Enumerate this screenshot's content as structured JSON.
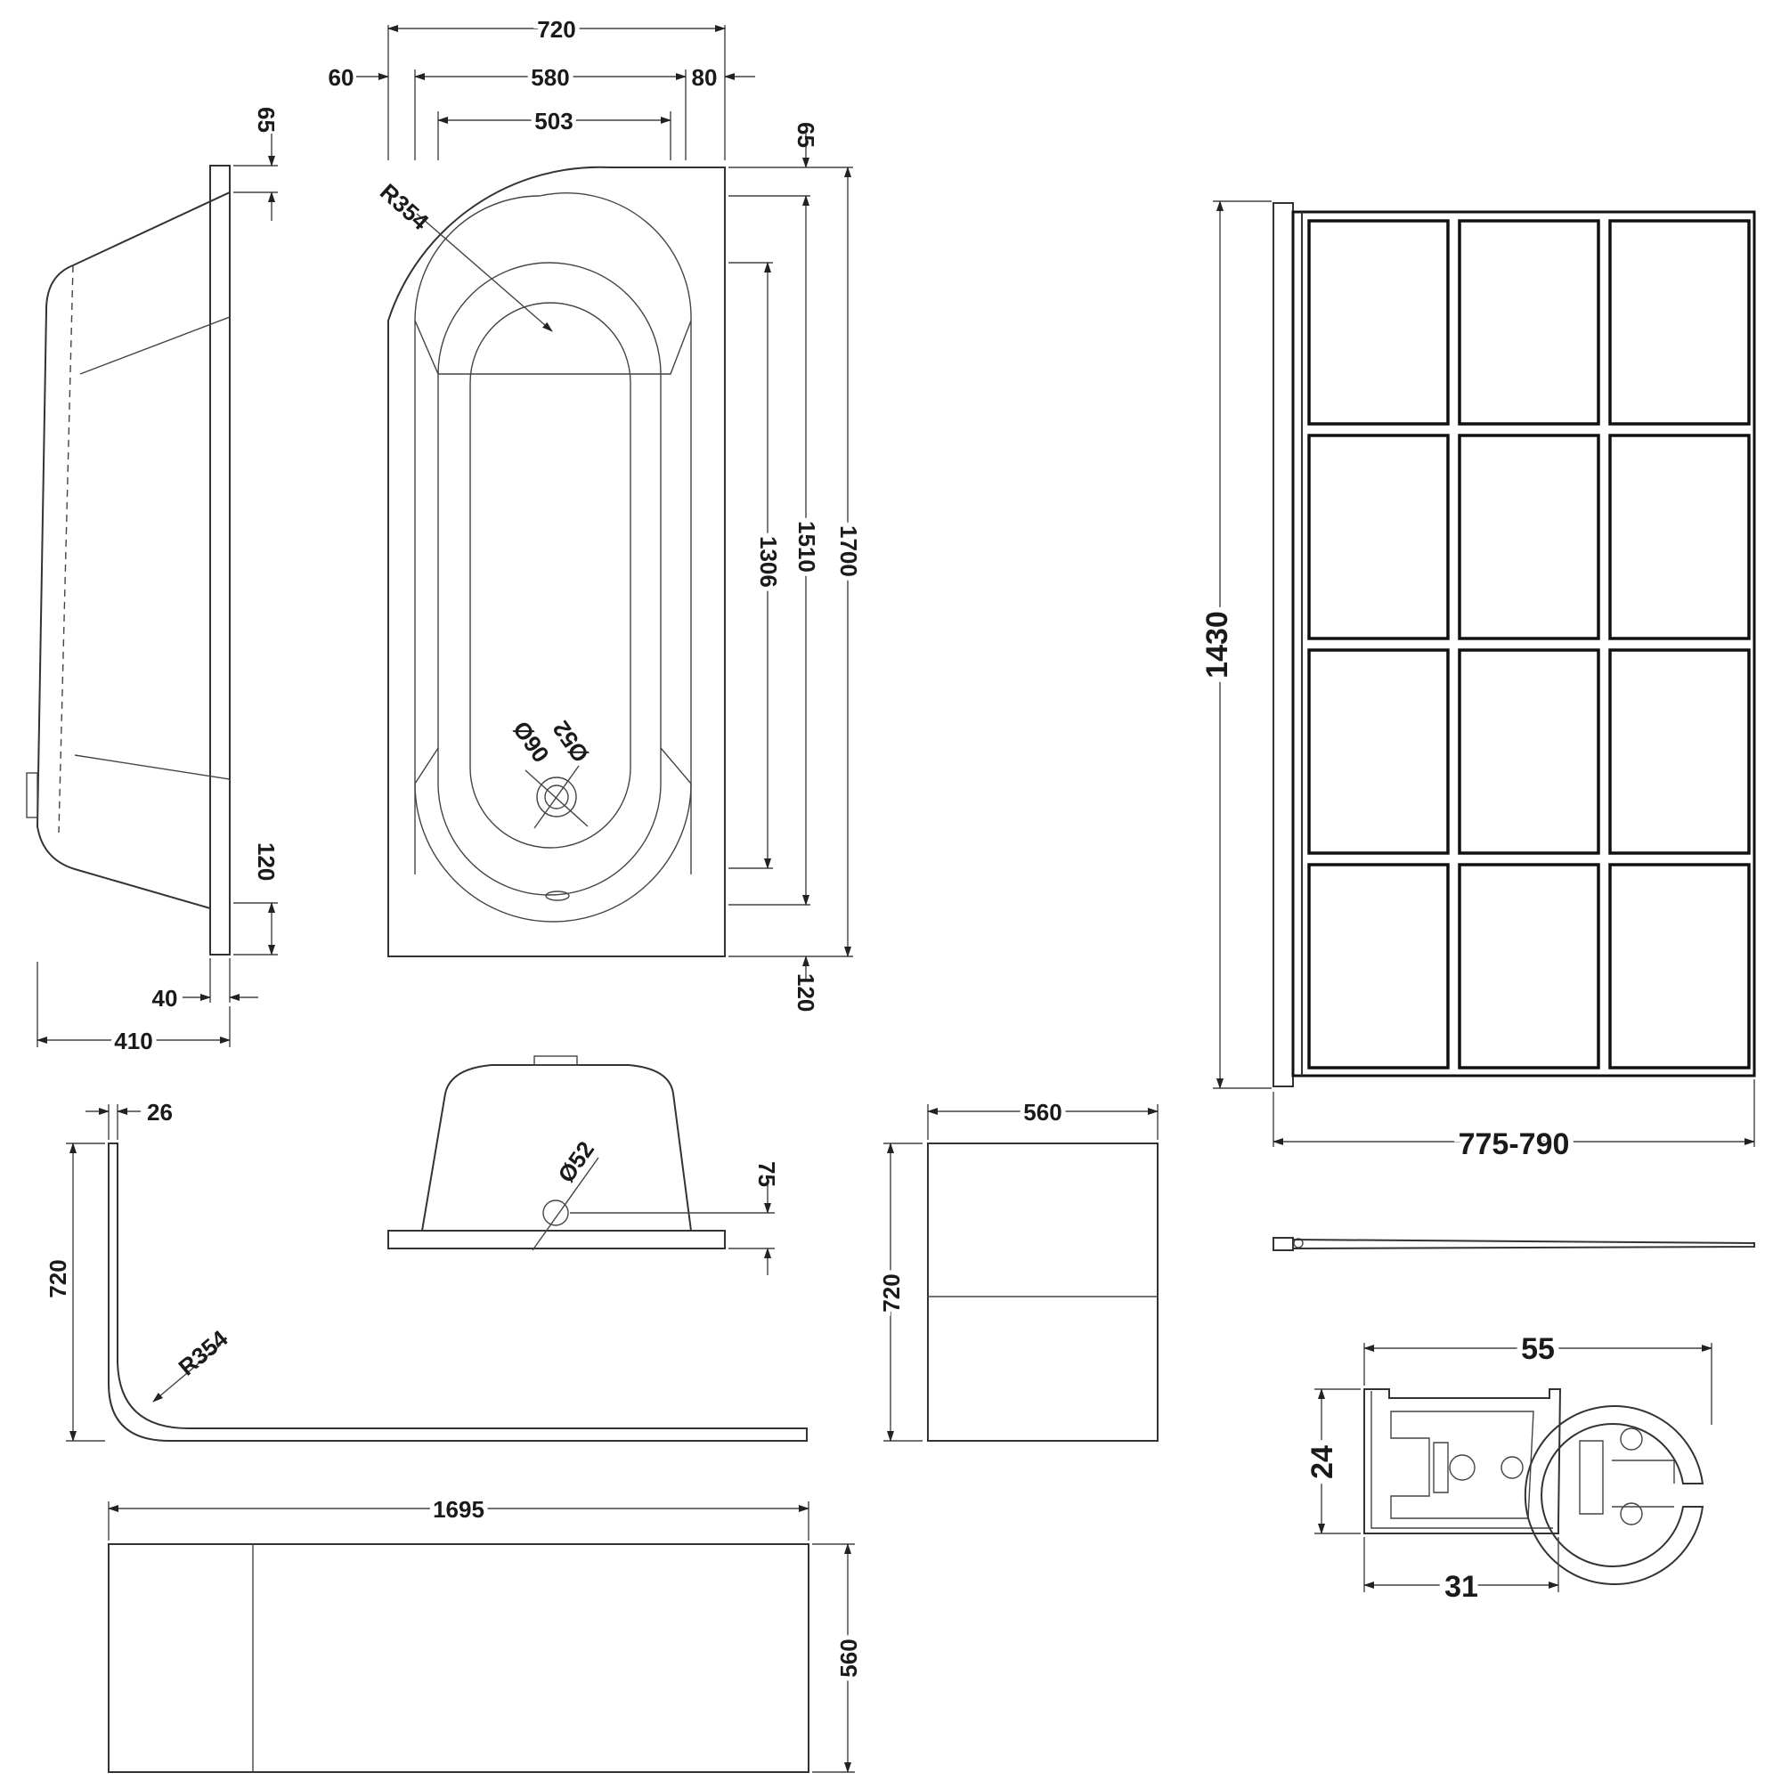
{
  "colors": {
    "line": "#333333",
    "text": "#1a1a1a",
    "background": "#ffffff"
  },
  "plan_view": {
    "width_overall": "720",
    "left_margin": "60",
    "inner_width": "580",
    "right_margin": "80",
    "bowl_width": "503",
    "top_rim": "65",
    "length_bowl": "1306",
    "length_inner": "1510",
    "length_overall": "1700",
    "end_rim": "120",
    "radius": "R354",
    "waste_outer": "Ø90",
    "waste_inner": "Ø52"
  },
  "side_view": {
    "top_rim": "65",
    "foot_height": "120",
    "foot_width": "40",
    "depth": "410"
  },
  "end_view": {
    "waste": "Ø52",
    "waste_height": "75"
  },
  "curved_panel": {
    "thickness": "26",
    "height": "720",
    "radius": "R354"
  },
  "end_panel": {
    "width": "560",
    "height": "720"
  },
  "front_panel": {
    "length": "1695",
    "height": "560"
  },
  "screen": {
    "height": "1430",
    "width": "775-790"
  },
  "profile": {
    "overall": "55",
    "height": "24",
    "channel": "31"
  }
}
